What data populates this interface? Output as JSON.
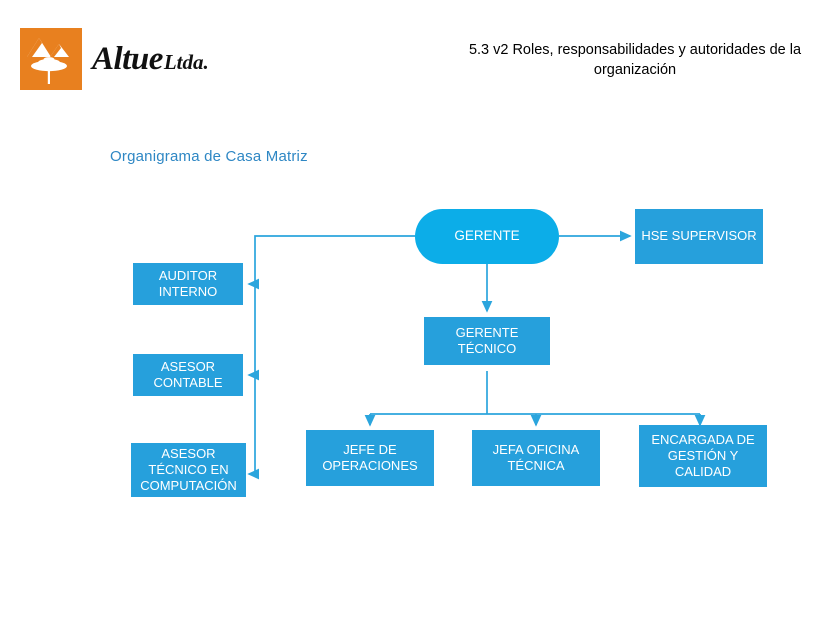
{
  "header": {
    "logo": {
      "icon": "altue-mountain-tree-logo",
      "brand_main": "Altue",
      "brand_suffix": "Ltda.",
      "brand_color": "#E8801F"
    },
    "document_title": "5.3 v2 Roles, responsabilidades y autoridades de la organización"
  },
  "chart_title": "Organigrama de Casa Matriz",
  "colors": {
    "node_rect": "#26A0DC",
    "node_root": "#0CADE8",
    "connector": "#2BA5DD",
    "title_text": "#2E87C4",
    "node_text": "#FFFFFF"
  },
  "chart_data": {
    "type": "diagram",
    "diagram_kind": "organizational-chart",
    "title": "Organigrama de Casa Matriz",
    "nodes": [
      {
        "id": "gerente",
        "label": "GERENTE",
        "shape": "stadium",
        "level": 0
      },
      {
        "id": "hse-supervisor",
        "label": "HSE SUPERVISOR",
        "shape": "rect",
        "level": 1
      },
      {
        "id": "auditor-interno",
        "label": "AUDITOR\nINTERNO",
        "shape": "rect",
        "level": 1
      },
      {
        "id": "asesor-contable",
        "label": "ASESOR\nCONTABLE",
        "shape": "rect",
        "level": 1
      },
      {
        "id": "asesor-tecnico-computacion",
        "label": "ASESOR\nTÉCNICO EN\nCOMPUTACIÓN",
        "shape": "rect",
        "level": 1
      },
      {
        "id": "gerente-tecnico",
        "label": "GERENTE\nTÉCNICO",
        "shape": "rect",
        "level": 1
      },
      {
        "id": "jefe-operaciones",
        "label": "JEFE DE\nOPERACIONES",
        "shape": "rect",
        "level": 2
      },
      {
        "id": "jefa-oficina-tecnica",
        "label": "JEFA OFICINA\nTÉCNICA",
        "shape": "rect",
        "level": 2
      },
      {
        "id": "encargada-gestion-calidad",
        "label": "ENCARGADA DE\nGESTIÓN Y\nCALIDAD",
        "shape": "rect",
        "level": 2
      }
    ],
    "edges": [
      {
        "from": "gerente",
        "to": "hse-supervisor",
        "style": "arrow"
      },
      {
        "from": "gerente",
        "to": "auditor-interno",
        "style": "arrow"
      },
      {
        "from": "gerente",
        "to": "asesor-contable",
        "style": "arrow"
      },
      {
        "from": "gerente",
        "to": "asesor-tecnico-computacion",
        "style": "arrow"
      },
      {
        "from": "gerente",
        "to": "gerente-tecnico",
        "style": "arrow"
      },
      {
        "from": "gerente-tecnico",
        "to": "jefe-operaciones",
        "style": "arrow"
      },
      {
        "from": "gerente-tecnico",
        "to": "jefa-oficina-tecnica",
        "style": "arrow"
      },
      {
        "from": "gerente-tecnico",
        "to": "encargada-gestion-calidad",
        "style": "arrow"
      }
    ]
  }
}
